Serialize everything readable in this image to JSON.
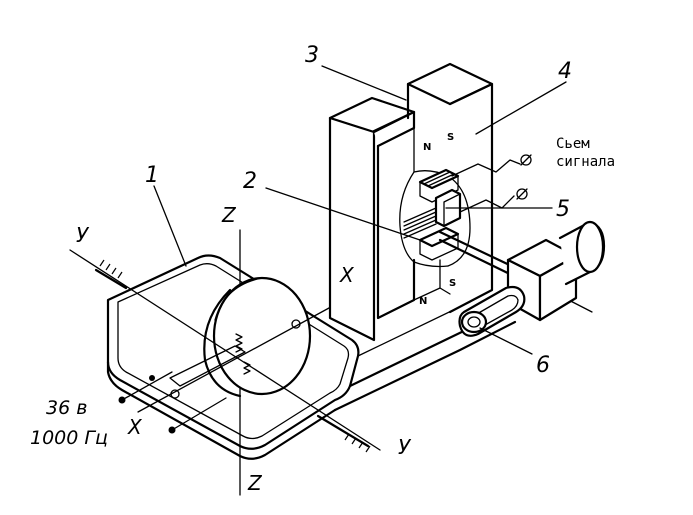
{
  "labels": {
    "part1": "1",
    "part2": "2",
    "part3": "3",
    "part4": "4",
    "part5": "5",
    "part6": "6"
  },
  "axes": {
    "y_left": "У",
    "y_right": "У",
    "x_upper": "X",
    "x_lower": "X",
    "z_upper": "Z",
    "z_lower": "Z"
  },
  "poles": {
    "n_top": "N",
    "s_top": "S",
    "n_bottom": "N",
    "s_bottom": "S"
  },
  "signal_note": {
    "line1": "Сьем",
    "line2": "сигнала"
  },
  "supply": {
    "voltage": "36 в",
    "frequency": "1000 Гц"
  }
}
